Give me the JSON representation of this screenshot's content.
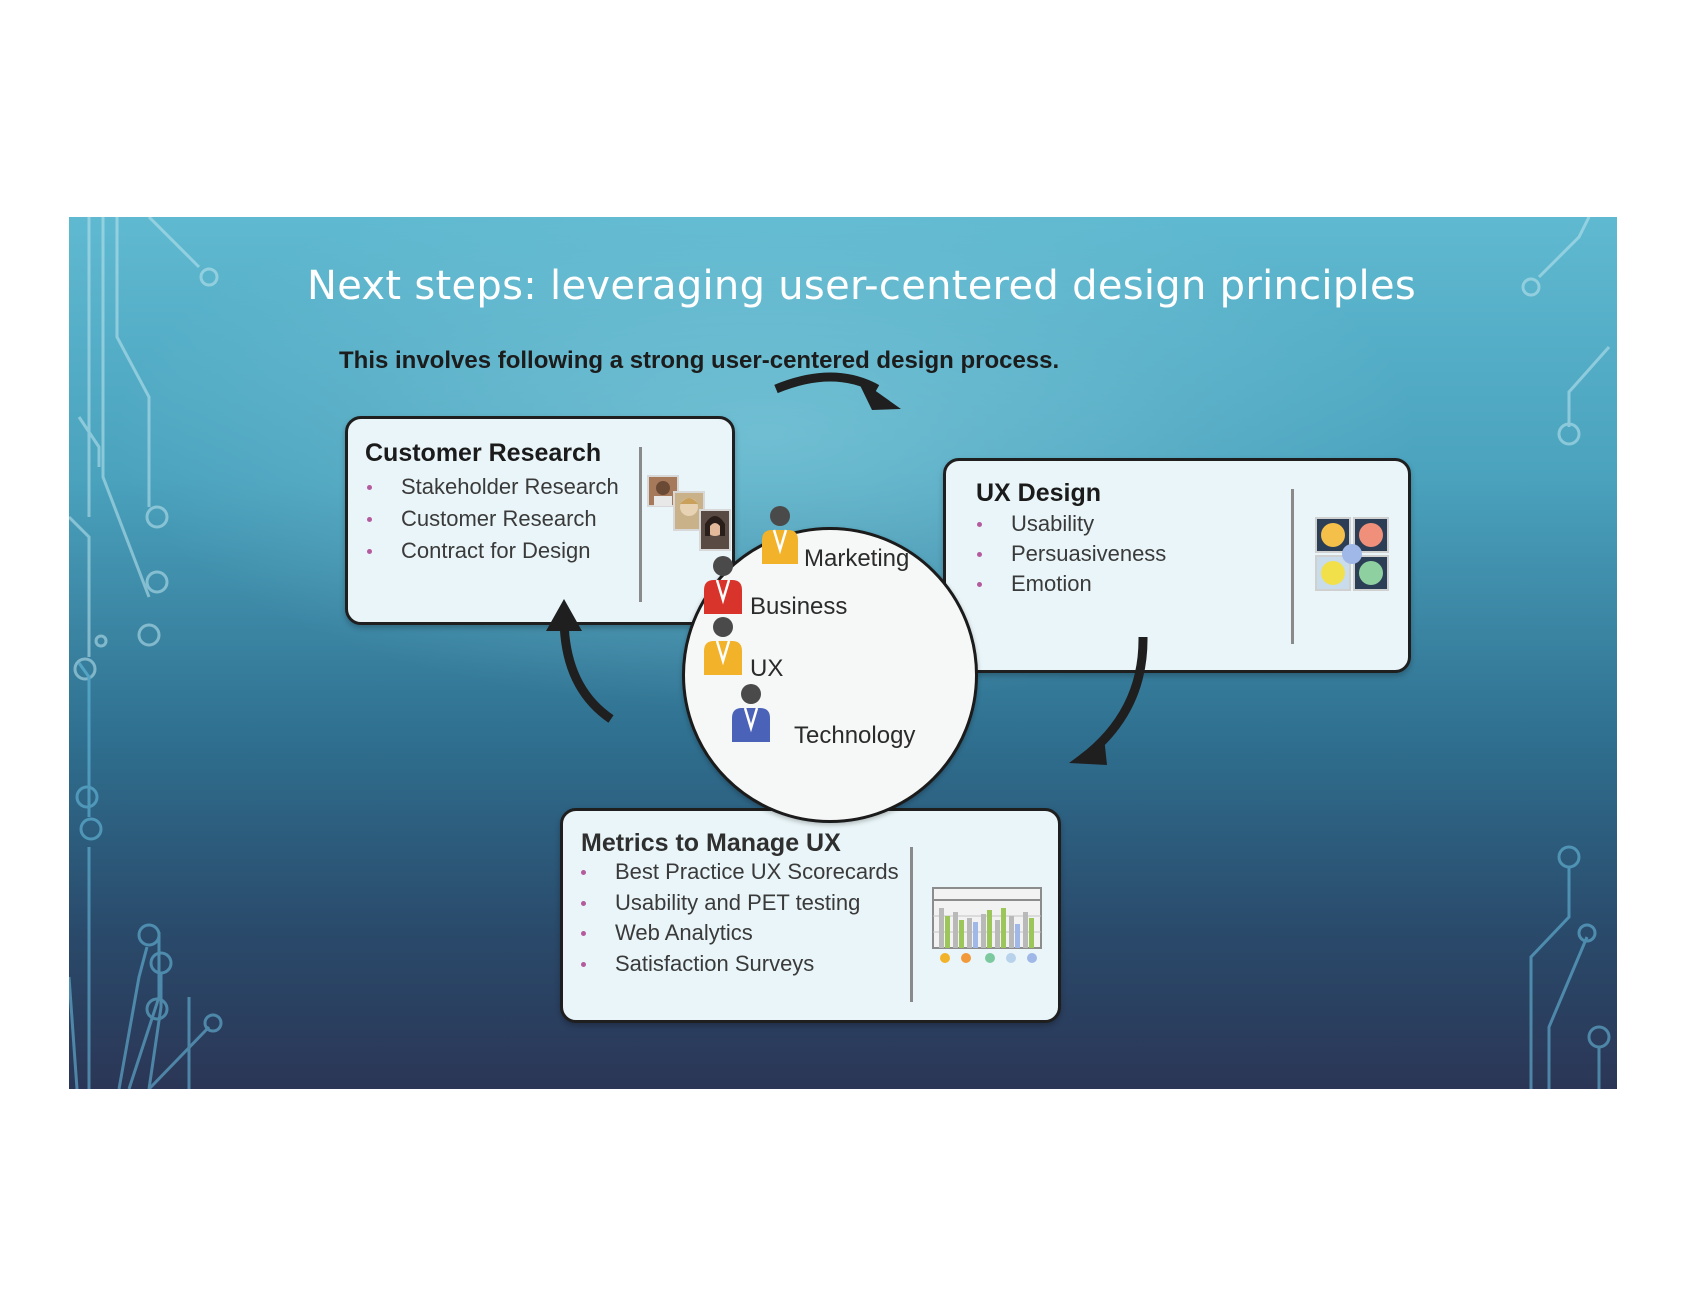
{
  "slide": {
    "title": "Next steps: leveraging user-centered design principles",
    "subtitle": "This involves following a strong user-centered design process."
  },
  "panels": {
    "customer_research": {
      "heading": "Customer Research",
      "items": [
        "Stakeholder Research",
        "Customer Research",
        "Contract for Design"
      ]
    },
    "ux_design": {
      "heading": "UX Design",
      "items": [
        "Usability",
        "Persuasiveness",
        "Emotion"
      ]
    },
    "metrics": {
      "heading": "Metrics to Manage UX",
      "items": [
        "Best Practice UX Scorecards",
        "Usability and PET testing",
        "Web Analytics",
        "Satisfaction Surveys"
      ]
    }
  },
  "roles": [
    "Marketing",
    "Business",
    "UX",
    "Technology"
  ],
  "colors": {
    "bullet": "#b45b9e",
    "marketing": "#f2b22a",
    "business": "#d9342b",
    "ux": "#f2b22a",
    "technology": "#4a62b8"
  }
}
